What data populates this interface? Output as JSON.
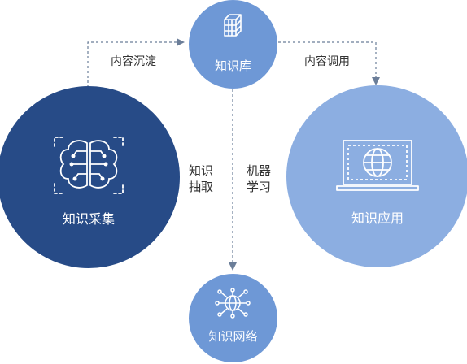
{
  "colors": {
    "collect": "#274b87",
    "library": "#6e98d6",
    "apply": "#8caee1",
    "network": "#6e98d6",
    "line": "#6b7e99",
    "text": "#333333"
  },
  "nodes": {
    "collect": {
      "label": "知识采集",
      "icon": "brain-circuit-icon"
    },
    "library": {
      "label": "知识库",
      "icon": "database-cube-icon"
    },
    "apply": {
      "label": "知识应用",
      "icon": "laptop-globe-icon"
    },
    "network": {
      "label": "知识网络",
      "icon": "network-globe-icon"
    }
  },
  "edges": {
    "collect_to_library": "内容沉淀",
    "library_to_apply": "内容调用",
    "extract": [
      "知识",
      "抽取"
    ],
    "ml": [
      "机器",
      "学习"
    ]
  }
}
